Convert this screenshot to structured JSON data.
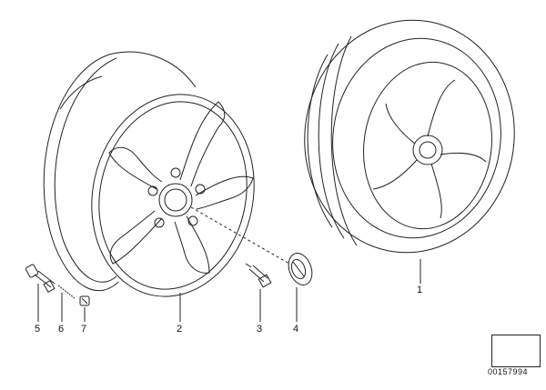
{
  "callouts": {
    "p1": "1",
    "p2": "2",
    "p3": "3",
    "p4": "4",
    "p5": "5",
    "p6": "6",
    "p7": "7"
  },
  "reference_code": "00157994",
  "icons": {
    "wheel": "alloy-wheel-rim",
    "tire": "complete-wheel-with-tire",
    "valve": "tire-valve",
    "bolt": "wheel-bolt",
    "cap": "hub-cap-emblem",
    "ref": "reference-arrow-box"
  },
  "colors": {
    "line": "#222222",
    "background": "#ffffff"
  }
}
